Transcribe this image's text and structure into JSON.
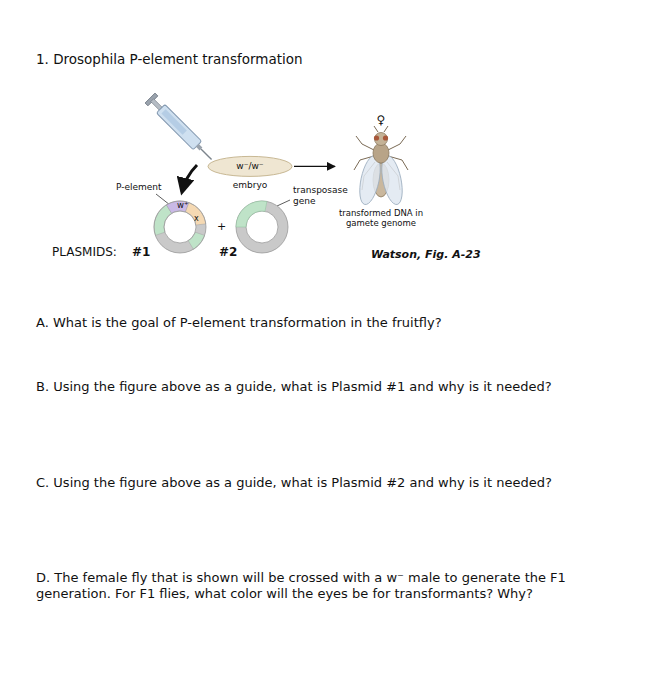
{
  "diagram": {
    "title": "1. Drosophila P-element transformation",
    "nodes": [
      {
        "text": [
          "w⁻/w⁻",
          "embryo"
        ]
      },
      {
        "text": [
          "w⁺",
          "x"
        ]
      },
      {
        "text": [
          "♀",
          "transformed DNA in gamete genome"
        ]
      }
    ],
    "edges": [
      {
        "from": 0,
        "to": 2,
        "arrow": "to"
      }
    ],
    "labels": [
      "P-element",
      "+",
      "transposase gene",
      "PLASMIDS:",
      "#1",
      "#2",
      "Watson, Fig. A-23",
      "A. What is the goal of P-element transformation in the fruitfly?",
      "B. Using the figure above as a guide, what is Plasmid #1 and why is it needed?",
      "C. Using the figure above as a guide, what is Plasmid #2 and why is it needed?",
      "D. The female fly that is shown will be crossed with a w⁻ male to generate the F1 generation. For F1 flies, what color will the eyes be for transformants? Why?"
    ]
  }
}
